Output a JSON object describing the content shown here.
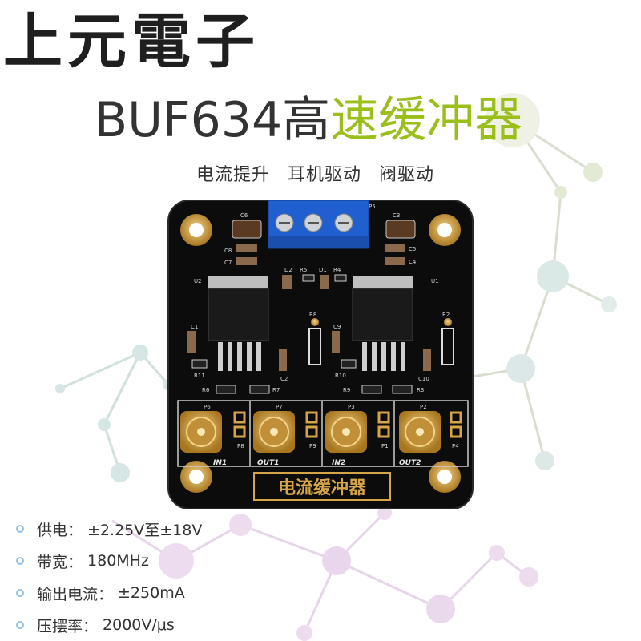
{
  "brand": "上元電子",
  "title": {
    "part1": "BUF634高",
    "part2": "速缓冲器"
  },
  "subtitle": [
    "电流提升",
    "耳机驱动",
    "阀驱动"
  ],
  "board": {
    "label": "电流缓冲器",
    "ports": [
      "IN1",
      "OUT1",
      "IN2",
      "OUT2"
    ],
    "terminal": "P5",
    "ics": [
      "U2",
      "U1"
    ],
    "silkscreen": [
      "C6",
      "C3",
      "C8",
      "C5",
      "C7",
      "C4",
      "D2",
      "R5",
      "D1",
      "R4",
      "R8",
      "R2",
      "C1",
      "C9",
      "C2",
      "C10",
      "R11",
      "R10",
      "R6",
      "R7",
      "R9",
      "R3",
      "P6",
      "P7",
      "P3",
      "P2",
      "P8",
      "P9",
      "P1",
      "P4"
    ]
  },
  "specs": [
    {
      "label": "供电：",
      "value": "±2.25V至±18V"
    },
    {
      "label": "带宽：",
      "value": "180MHz"
    },
    {
      "label": "输出电流：",
      "value": "±250mA"
    },
    {
      "label": "压摆率：",
      "value": "2000V/μs"
    }
  ],
  "colors": {
    "title_accent": "#9bbf1a",
    "pcb": "#0c0c0c",
    "gold": "#d6a54a",
    "terminal": "#1f5fd0"
  }
}
